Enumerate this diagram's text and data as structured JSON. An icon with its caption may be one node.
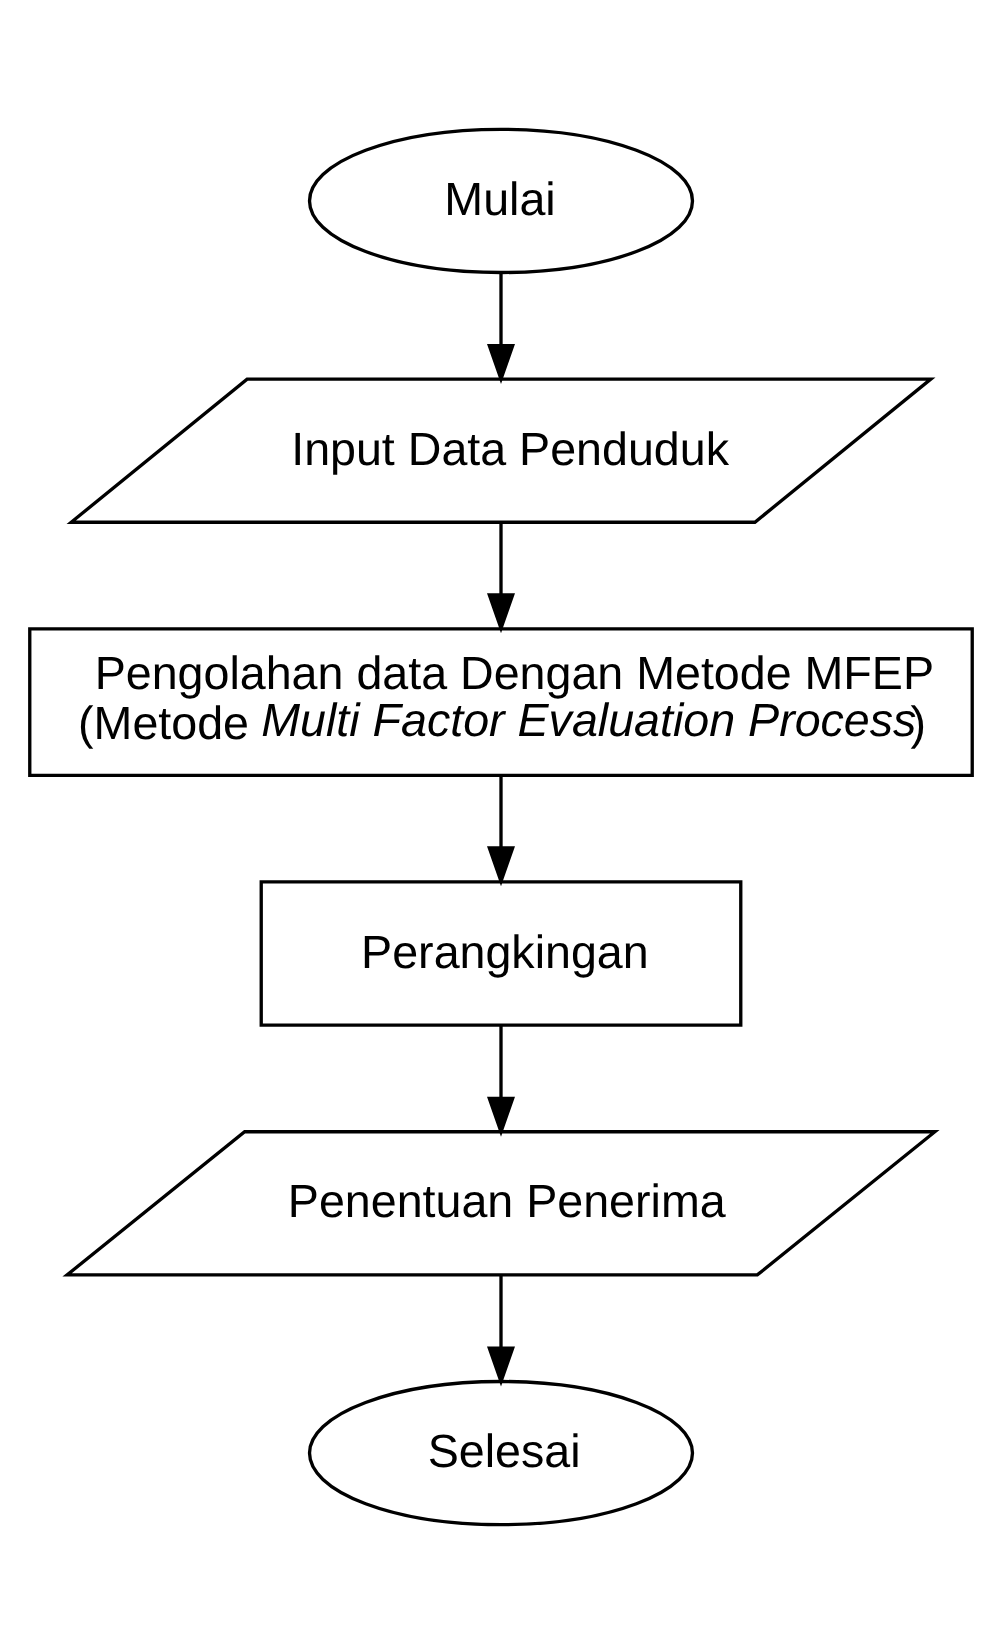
{
  "diagram": {
    "nodes": [
      {
        "text": [
          "Mulai"
        ]
      },
      {
        "text": [
          "Input Data Penduduk"
        ]
      },
      {
        "text": [
          "Pengolahan data Dengan Metode MFEP (Metode *Multi Factor Evaluation Process*)"
        ]
      },
      {
        "text": [
          "Perangkingan"
        ]
      },
      {
        "text": [
          "Penentuan Penerima"
        ]
      },
      {
        "text": [
          "Selesai"
        ]
      }
    ],
    "edges": [
      {
        "from": 0,
        "to": 1,
        "arrow": "to"
      },
      {
        "from": 1,
        "to": 2,
        "arrow": "to"
      },
      {
        "from": 2,
        "to": 3,
        "arrow": "to"
      },
      {
        "from": 3,
        "to": 4,
        "arrow": "to"
      },
      {
        "from": 4,
        "to": 5,
        "arrow": "to"
      }
    ]
  }
}
